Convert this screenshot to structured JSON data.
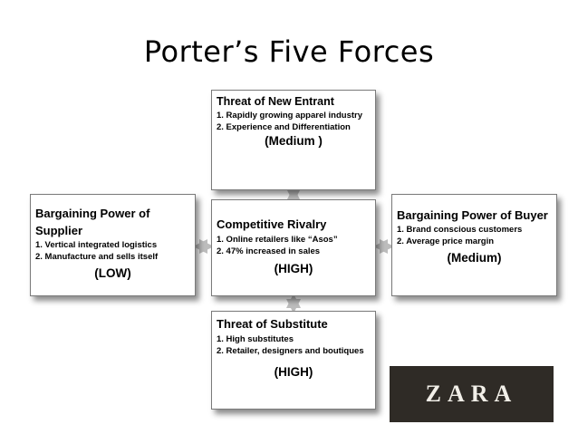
{
  "title": "Porter’s Five Forces",
  "forces": {
    "new_entrant": {
      "heading": "Threat of New Entrant",
      "items": [
        "1. Rapidly growing apparel industry",
        "2. Experience and Differentiation"
      ],
      "level": "(Medium )"
    },
    "rivalry": {
      "heading": "Competitive Rivalry",
      "items": [
        "1. Online retailers like “Asos”",
        "2. 47% increased in sales"
      ],
      "level": "(HIGH)"
    },
    "supplier": {
      "heading": "Bargaining Power of Supplier",
      "items": [
        "1. Vertical integrated logistics",
        "2. Manufacture and sells itself"
      ],
      "level": "(LOW)"
    },
    "buyer": {
      "heading": "Bargaining Power of Buyer",
      "items": [
        "1. Brand conscious customers",
        "2. Average price margin"
      ],
      "level": "(Medium)"
    },
    "substitute": {
      "heading": "Threat of Substitute",
      "items": [
        "1. High substitutes",
        "2. Retailer, designers and boutiques"
      ],
      "level": "(HIGH)"
    }
  },
  "logo": {
    "text": "ZARA",
    "background": "#2f2b26"
  },
  "colors": {
    "arrow": "#bdbdbd",
    "box_border": "#7a7a7a"
  }
}
